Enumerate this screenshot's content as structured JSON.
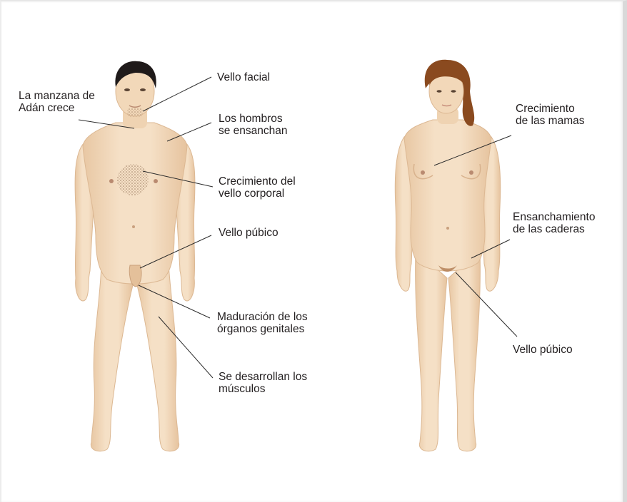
{
  "male": {
    "labels": {
      "adams_apple": "La manzana de\nAdán crece",
      "facial_hair": "Vello facial",
      "shoulders": "Los hombros\nse ensanchan",
      "body_hair": "Crecimiento del\nvello corporal",
      "pubic_hair": "Vello púbico",
      "genitals": "Maduración de los\nórganos genitales",
      "muscles": "Se desarrollan los\nmúsculos"
    }
  },
  "female": {
    "labels": {
      "breasts": "Crecimiento\nde las mamas",
      "hips": "Ensanchamiento\nde las caderas",
      "pubic_hair": "Vello púbico"
    }
  },
  "colors": {
    "skin": "#f3dcc0",
    "skin_shadow": "#e2c09c",
    "skin_light": "#f8e8d4",
    "male_hair": "#1f1a1a",
    "female_hair": "#8a4a1f",
    "body_hair": "#8b6a4f",
    "leader_line": "#2b2b2b",
    "text": "#231f20"
  }
}
